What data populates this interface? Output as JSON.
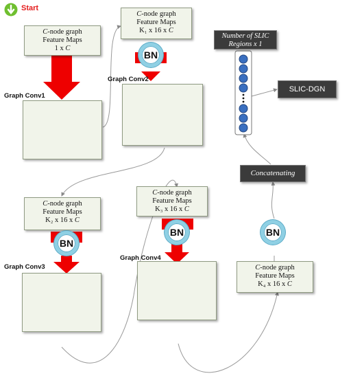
{
  "start": {
    "label": "Start"
  },
  "box1": {
    "line1_italic": "C",
    "line1_rest": "-node graph",
    "line2": "Feature Maps",
    "line3": "1 x ",
    "line3_italic": "C"
  },
  "box2": {
    "line1_italic": "C",
    "line1_rest": "-node graph",
    "line2": "Feature Maps",
    "line3": "K₁ x 16 x ",
    "line3_italic": "C"
  },
  "box3": {
    "line1_italic": "C",
    "line1_rest": "-node graph",
    "line2": "Feature Maps",
    "line3": "K₂ x 16 x ",
    "line3_italic": "C"
  },
  "box4": {
    "line1_italic": "C",
    "line1_rest": "-node graph",
    "line2": "Feature Maps",
    "line3": "K₃ x 16 x ",
    "line3_italic": "C"
  },
  "box5": {
    "line1_italic": "C",
    "line1_rest": "-node graph",
    "line2": "Feature Maps",
    "line3": "K₄ x 16 x ",
    "line3_italic": "C"
  },
  "bn_label": "BN",
  "conv_labels": {
    "conv1": "Graph Conv1",
    "conv2": "Graph Conv2",
    "conv3": "Graph Conv3",
    "conv4": "Graph Conv4"
  },
  "slic_regions": {
    "line1": "Number of SLIC",
    "line2": "Regions x 1"
  },
  "slic_dgn": "SLIC-DGN",
  "concatenating": "Concatenating",
  "colors": {
    "arrow_red": "#ee0000",
    "bn_ring": "#8fd0e4",
    "node": "#2ee6b0",
    "edge": "#2f7fd6",
    "vector_node": "#3a6fc0",
    "dark_box": "#3b3b3b"
  }
}
